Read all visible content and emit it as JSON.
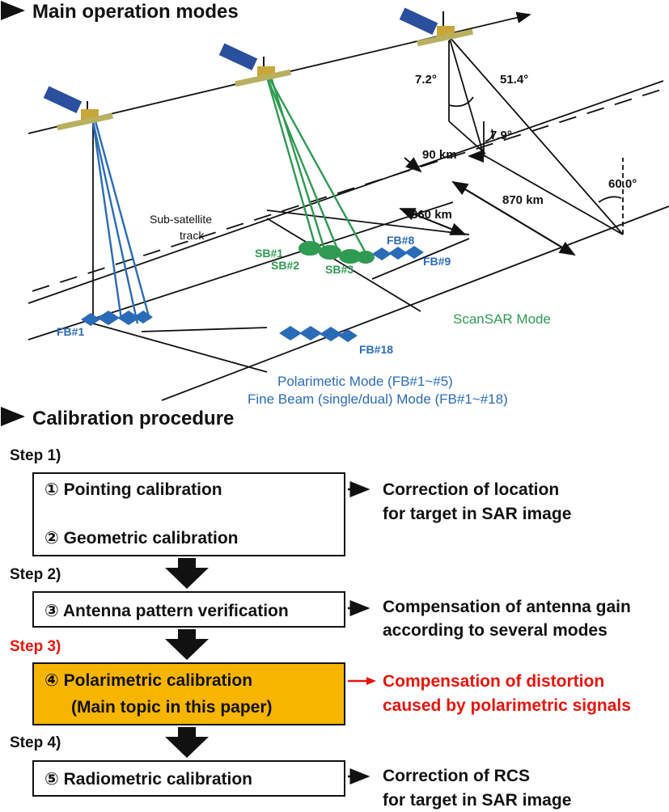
{
  "headers": {
    "main_modes": "Main operation modes",
    "calibration": "Calibration procedure"
  },
  "diagram": {
    "angles": [
      "7.2°",
      "51.4°",
      "7.9°",
      "60.0°"
    ],
    "distances": [
      "90 km",
      "870 km",
      "360 km"
    ],
    "sub_satellite_track": [
      "Sub-satellite",
      "track"
    ],
    "beams": [
      "FB#1",
      "FB#8",
      "FB#9",
      "FB#18",
      "SB#1",
      "SB#2",
      "SB#3"
    ],
    "modes": {
      "scansar": "ScanSAR Mode",
      "polarimetric": "Polarimetic Mode (FB#1~#5)",
      "fine_beam": "Fine Beam (single/dual) Mode (FB#1~#18)"
    },
    "colors": {
      "blue": "#2a6bb8",
      "green": "#2e9a52"
    }
  },
  "steps": [
    {
      "label": "Step 1)",
      "highlight": false
    },
    {
      "label": "Step 2)",
      "highlight": false
    },
    {
      "label": "Step 3)",
      "highlight": true
    },
    {
      "label": "Step 4)",
      "highlight": false
    }
  ],
  "boxes": [
    {
      "lines": [
        "① Pointing calibration",
        "② Geometric calibration"
      ],
      "note": [
        "Correction of location",
        "for target in SAR image"
      ]
    },
    {
      "lines": [
        "③ Antenna pattern verification"
      ],
      "note": [
        "Compensation of antenna gain",
        "according to several modes"
      ]
    },
    {
      "lines": [
        "④ Polarimetric calibration",
        "(Main topic in this paper)"
      ],
      "note": [
        "Compensation of distortion",
        "caused by polarimetric signals"
      ],
      "fill": "#f7b500",
      "note_color": "#e8140c"
    },
    {
      "lines": [
        "⑤ Radiometric calibration"
      ],
      "note": [
        "Correction of RCS",
        "for target in SAR image"
      ]
    }
  ]
}
